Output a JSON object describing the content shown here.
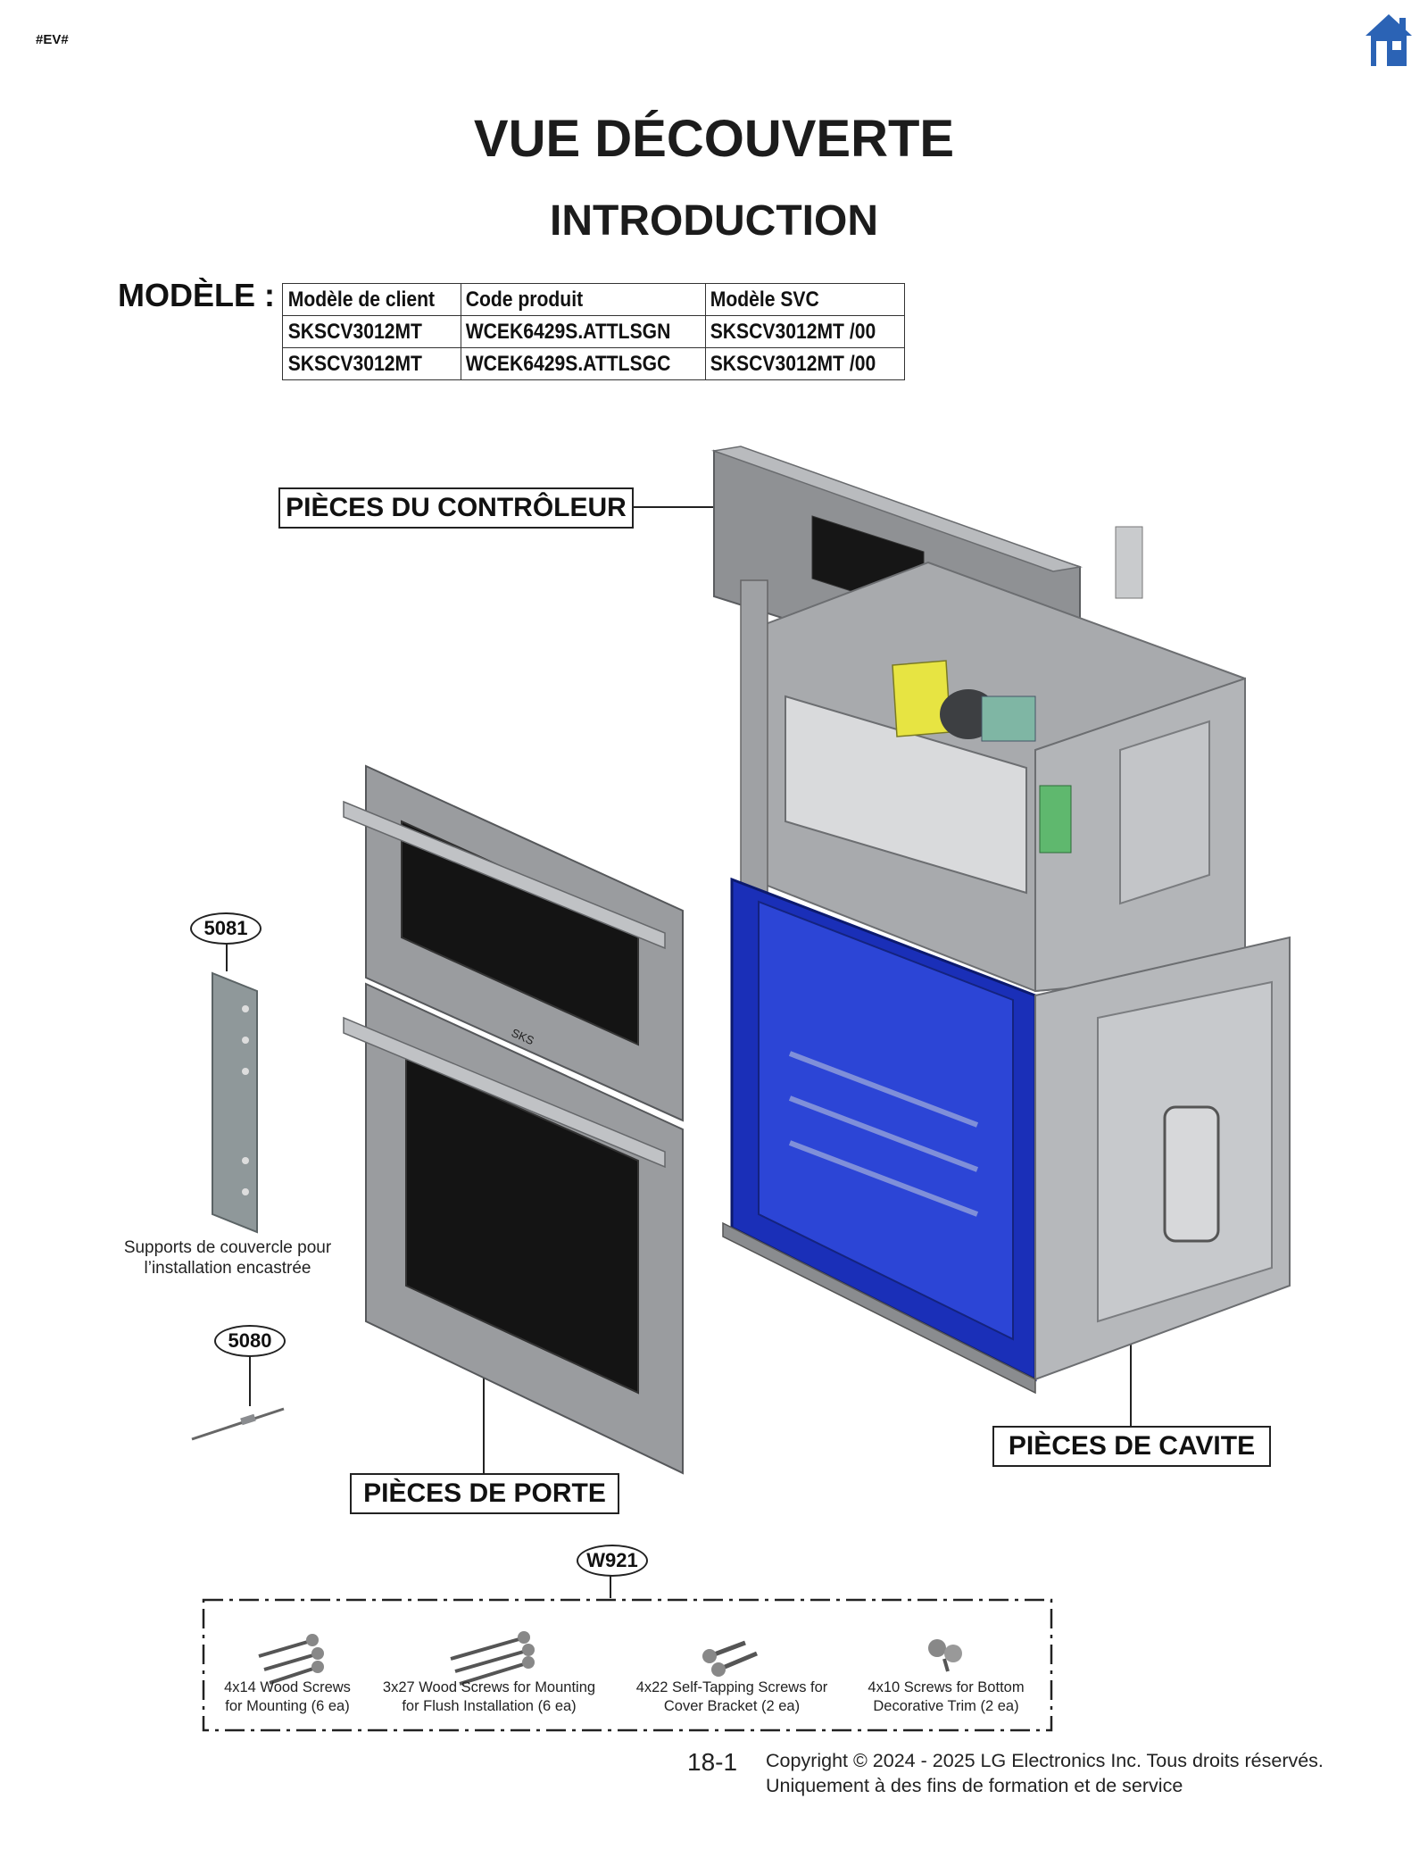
{
  "header": {
    "tag": "#EV#",
    "home_icon": "home-icon",
    "title": "VUE DÉCOUVERTE",
    "subtitle": "INTRODUCTION"
  },
  "model_section": {
    "label": "MODÈLE :",
    "columns": [
      "Modèle de client",
      "Code produit",
      "Modèle SVC"
    ],
    "rows": [
      [
        "SKSCV3012MT",
        "WCEK6429S.ATTLSGN",
        "SKSCV3012MT  /00"
      ],
      [
        "SKSCV3012MT",
        "WCEK6429S.ATTLSGC",
        "SKSCV3012MT  /00"
      ]
    ]
  },
  "diagram": {
    "controller_label": "PIÈCES DU CONTRÔLEUR",
    "door_label": "PIÈCES DE PORTE",
    "cavity_label": "PIÈCES DE CAVITE",
    "door_brand": "SKS",
    "part_5081": "5081",
    "part_5081_caption_line1": "Supports de couvercle pour",
    "part_5081_caption_line2": "l’installation encastrée",
    "part_5080": "5080",
    "part_w921": "W921",
    "colors": {
      "cavity_blue": "#1a2fb8",
      "frame_gray": "#a7a9ac",
      "door_gray": "#9a9c9f",
      "glass": "#141414",
      "fan_yellow": "#e7e442"
    }
  },
  "hardware": [
    {
      "line1": "4x14 Wood Screws",
      "line2": "for Mounting (6 ea)"
    },
    {
      "line1": "3x27 Wood Screws for Mounting",
      "line2": "for Flush Installation (6 ea)"
    },
    {
      "line1": "4x22 Self-Tapping Screws for",
      "line2": "Cover Bracket (2 ea)"
    },
    {
      "line1": "4x10 Screws for Bottom",
      "line2": "Decorative Trim (2 ea)"
    }
  ],
  "footer": {
    "page_number": "18-1",
    "copyright_line1": "Copyright © 2024 - 2025 LG Electronics Inc. Tous droits réservés.",
    "copyright_line2": "Uniquement à des fins de formation et de service"
  }
}
